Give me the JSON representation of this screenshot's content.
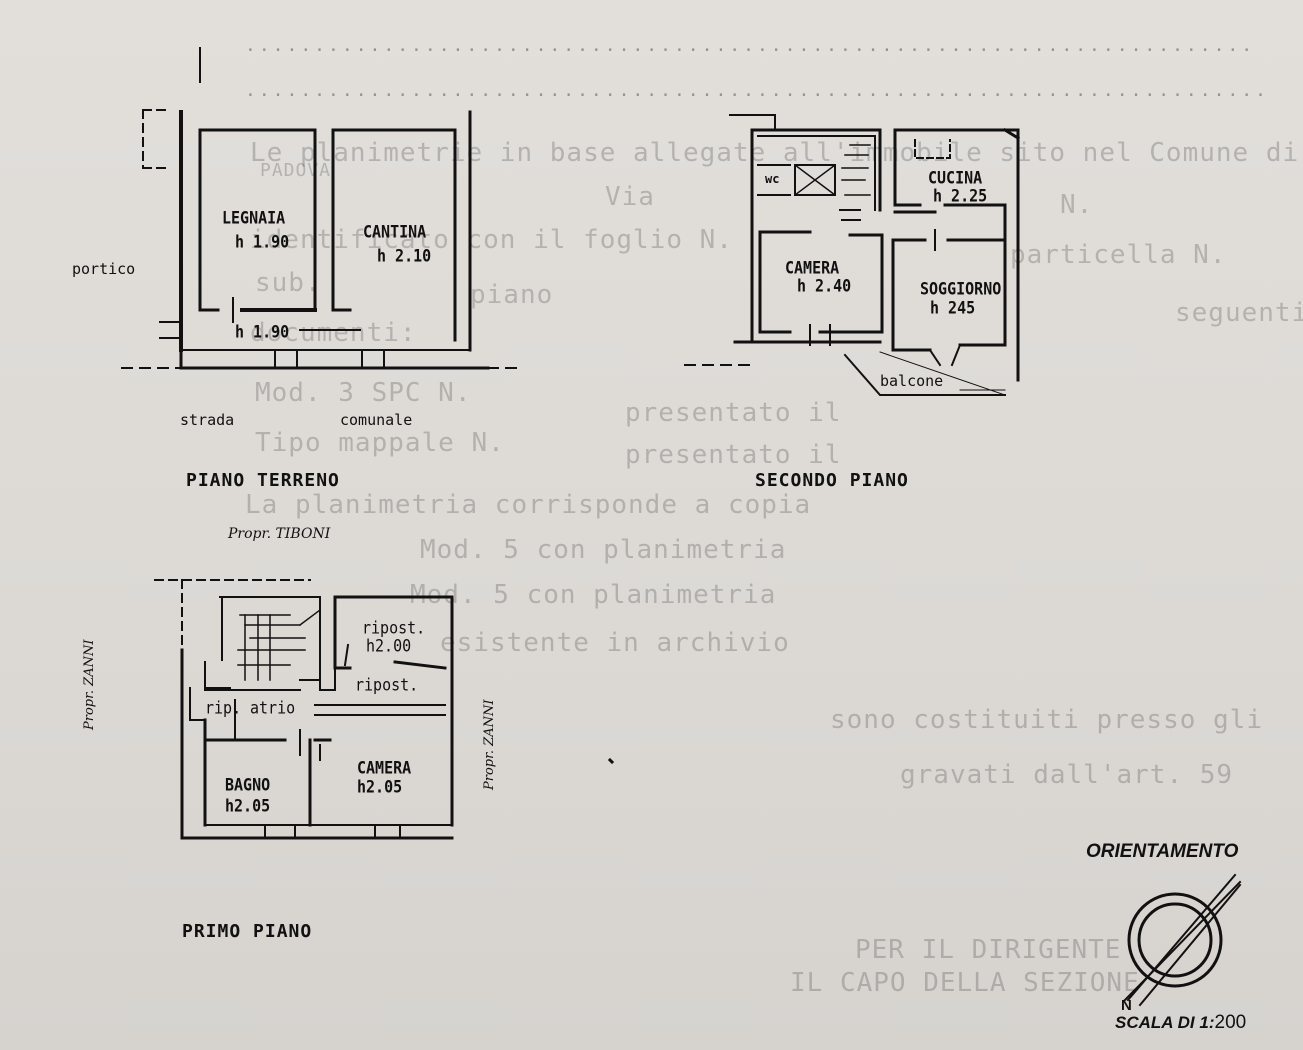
{
  "background_text": {
    "line1": "Le planimetrie in base allegate all'immobile sito nel Comune di",
    "line2": "PADOVA",
    "line3": "Via",
    "line4": "N.",
    "line5": "identificato con il foglio N.",
    "line6": "particella N.",
    "line7": "sub.",
    "line8": "piano",
    "line9": "seguenti",
    "line10": "documenti:",
    "line11": "Mod. 3 SPC N.",
    "line12": "presentato il",
    "line13": "Tipo mappale N.",
    "line14": "presentato il",
    "line15": "La planimetria corrisponde a copia",
    "line16": "Mod. 5 con planimetria",
    "line17": "Mod. 5 con planimetria",
    "line18": "esistente in archivio",
    "line19": "sono costituiti presso gli",
    "line20": "gravati dall'art. 59",
    "line21": "PER IL DIRIGENTE",
    "line22": "IL CAPO DELLA SEZIONE"
  },
  "ground_floor": {
    "title": "PIANO TERRENO",
    "rooms": [
      {
        "name": "LEGNAIA",
        "height": "h 1.90"
      },
      {
        "name": "CANTINA",
        "height": "h 2.10"
      }
    ],
    "corridor_height": "h 1.90",
    "portico": "portico",
    "street_left": "strada",
    "street_right": "comunale"
  },
  "second_floor": {
    "title": "SECONDO PIANO",
    "wc": "wc",
    "rooms": [
      {
        "name": "CUCINA",
        "height": "h 2.25"
      },
      {
        "name": "CAMERA",
        "height": "h 2.40"
      },
      {
        "name": "SOGGIORNO",
        "height": "h 245"
      }
    ],
    "balcone": "balcone"
  },
  "first_floor": {
    "title": "PRIMO PIANO",
    "neighbor_top": "Propr. TIBONI",
    "neighbor_left": "Propr. ZANNI",
    "neighbor_right": "Propr. ZANNI",
    "rooms": [
      {
        "name": "ripost.",
        "height": "h2.00"
      },
      {
        "name": "ripost.",
        "height": ""
      },
      {
        "name": "rip.",
        "height": ""
      },
      {
        "name": "atrio",
        "height": ""
      },
      {
        "name": "BAGNO",
        "height": "h2.05"
      },
      {
        "name": "CAMERA",
        "height": "h2.05"
      }
    ]
  },
  "orientation": {
    "label": "ORIENTAMENTO",
    "north": "N",
    "scale_label": "SCALA DI 1:",
    "scale_value": "200"
  }
}
